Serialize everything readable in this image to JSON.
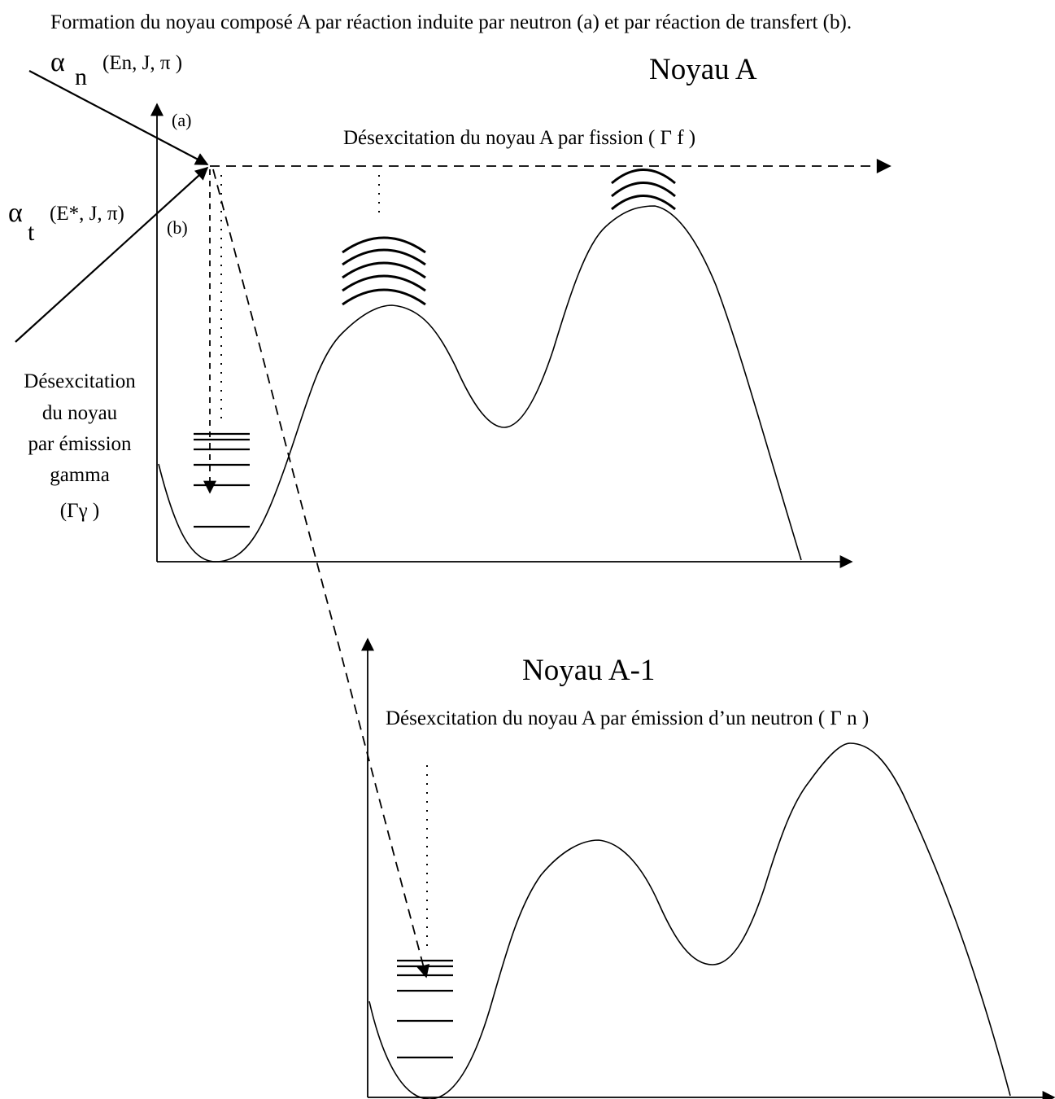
{
  "caption": "Formation du noyau composé A par réaction induite par neutron (a) et par réaction de transfert (b).",
  "top_panel": {
    "title": "Noyau A",
    "fission_label": "Désexcitation du noyau A par fission ( Γ f )",
    "label_a": "(a)",
    "label_b": "(b)",
    "incoming_n": {
      "alpha": "α",
      "sub": "n",
      "params": "(En, J, π )"
    },
    "incoming_t": {
      "alpha": "α",
      "sub": "t",
      "params": "(E*, J, π)"
    },
    "gamma_label": [
      "Désexcitation",
      "du noyau",
      "par émission",
      "gamma",
      "(Γγ )"
    ]
  },
  "bottom_panel": {
    "title": "Noyau A-1",
    "neutron_label": "Désexcitation du noyau A par émission d’un neutron ( Γ n )"
  }
}
